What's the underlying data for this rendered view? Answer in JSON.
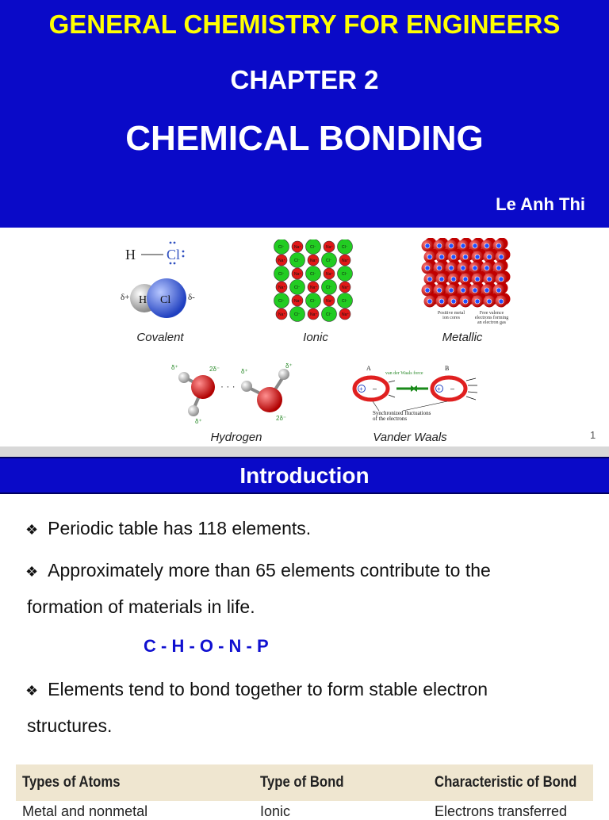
{
  "slide1": {
    "course": "GENERAL CHEMISTRY FOR ENGINEERS",
    "chapter": "CHAPTER 2",
    "title": "CHEMICAL BONDING",
    "author": "Le Anh Thi",
    "page_number": "1",
    "figures": {
      "covalent": {
        "caption": "Covalent",
        "h": "H",
        "cl": "Cl",
        "cl_lewis": "Cl",
        "delta_plus": "δ+",
        "delta_minus": "δ-"
      },
      "ionic": {
        "caption": "Ionic",
        "anion": "Cl⁻",
        "cation": "Na⁺"
      },
      "metallic": {
        "caption": "Metallic",
        "label_left": "Positive metal ion cores",
        "label_right": "Free valence electrons forming an electron gas"
      },
      "hydrogen": {
        "caption": "Hydrogen",
        "d_plus": "δ⁺",
        "d2_minus": "2δ⁻"
      },
      "vdw": {
        "caption": "Vander Waals",
        "label_a": "A",
        "label_b": "B",
        "force_label": "van der Waals force",
        "bottom_label": "Synchronized fluctuations of the electrons"
      }
    }
  },
  "slide2": {
    "title": "Introduction",
    "bullets": [
      "Periodic table has 118 elements.",
      "Approximately more than 65 elements contribute to the",
      "formation of materials in life.",
      "Elements tend to bond together to form stable electron",
      "structures."
    ],
    "formula": "C - H - O - N - P",
    "table": {
      "headers": [
        "Types of Atoms",
        "Type of Bond",
        "Characteristic of Bond"
      ],
      "row1": [
        "Metal and nonmetal",
        "Ionic",
        "Electrons transferred"
      ]
    }
  }
}
